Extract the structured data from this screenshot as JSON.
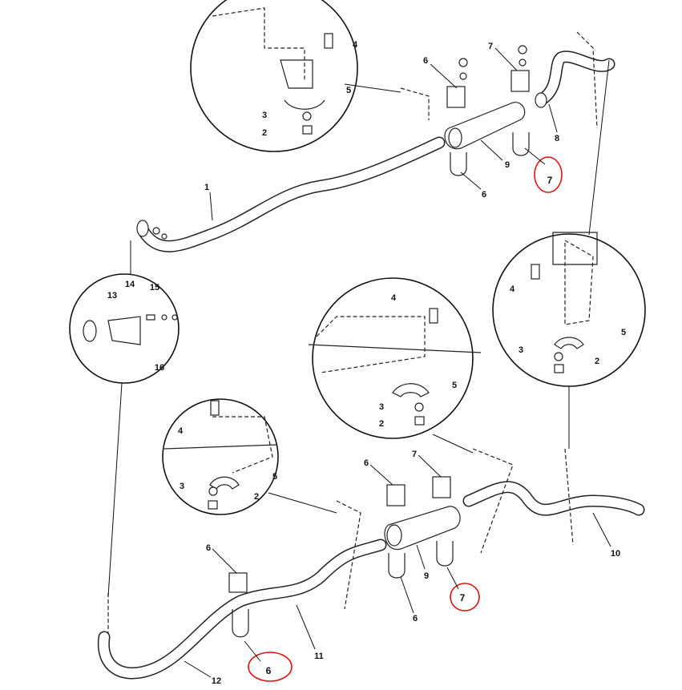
{
  "diagram": {
    "title": "Exhaust system exploded view",
    "top_circle": [
      "4",
      "5",
      "3",
      "2"
    ],
    "upper_assembly": [
      "6",
      "7",
      "8",
      "9",
      "6",
      "1"
    ],
    "upper_red_note": "7",
    "left_circle": [
      "14",
      "15",
      "13",
      "16"
    ],
    "middle_circle": [
      "4",
      "5",
      "3",
      "2"
    ],
    "right_circle": [
      "4",
      "5",
      "3",
      "2"
    ],
    "lower_left_circle": [
      "4",
      "5",
      "3",
      "2"
    ],
    "lower_assembly": [
      "6",
      "7",
      "9",
      "6",
      "10",
      "6",
      "11",
      "12"
    ],
    "lower_red_notes": [
      "7",
      "6"
    ],
    "colors": {
      "ink": "#111111",
      "annotation": "#e01010"
    }
  }
}
